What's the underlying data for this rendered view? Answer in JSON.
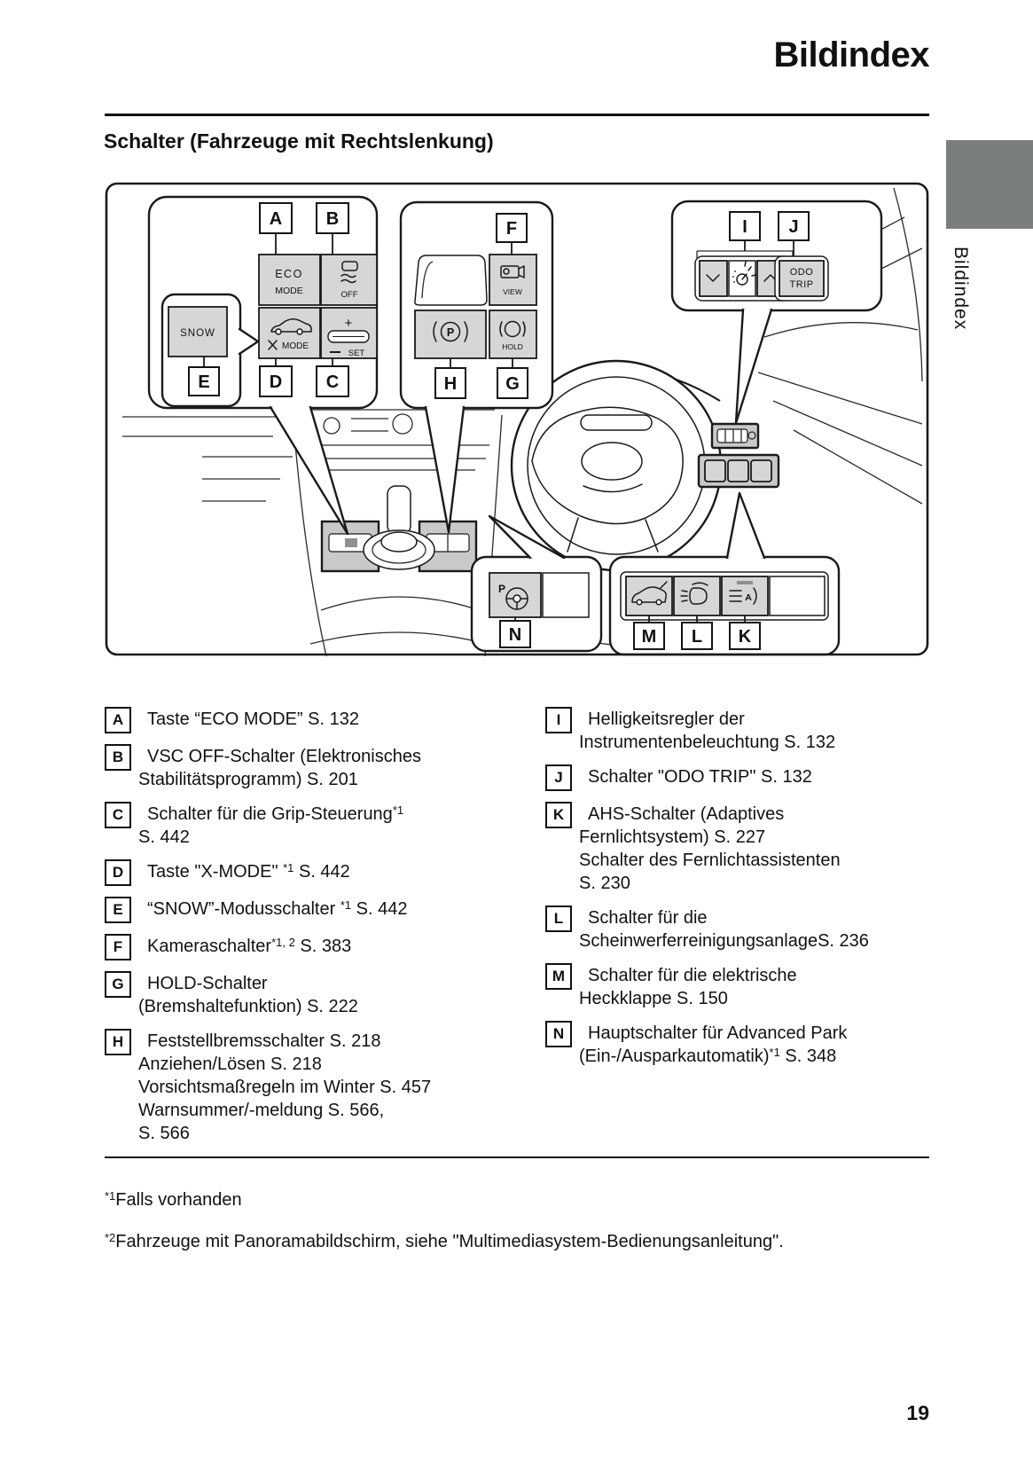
{
  "page": {
    "title": "Bildindex",
    "heading": "Schalter (Fahrzeuge mit Rechtslenkung)",
    "side_tab_label": "Bildindex",
    "page_number": "19"
  },
  "colors": {
    "tab_gray": "#7b7f7b",
    "switch_fill": "#d6d6d6",
    "panel_fill": "#c9c9c9",
    "ink": "#1a1a1a"
  },
  "diagram": {
    "callout_letters": [
      "A",
      "B",
      "C",
      "D",
      "E",
      "F",
      "G",
      "H",
      "I",
      "J",
      "K",
      "L",
      "M",
      "N"
    ],
    "switch_labels": {
      "eco_1": "ECO",
      "eco_2": "MODE",
      "vsc_off": "OFF",
      "x_mode": "MODE",
      "set_plus": "+",
      "set": "SET",
      "snow": "SNOW",
      "view": "VIEW",
      "park_p": "P",
      "hold": "HOLD",
      "odo_1": "ODO",
      "odo_2": "TRIP",
      "beam_a": "A",
      "park_main_p": "P"
    }
  },
  "legend": {
    "left": [
      {
        "letter": "A",
        "lines": [
          [
            {
              "t": "Taste “ECO MODE” S. 132"
            }
          ]
        ]
      },
      {
        "letter": "B",
        "lines": [
          [
            {
              "t": "VSC OFF-Schalter (Elektronisches"
            }
          ],
          [
            {
              "t": "Stabilitätsprogramm) S. 201"
            }
          ]
        ]
      },
      {
        "letter": "C",
        "lines": [
          [
            {
              "t": "Schalter für die Grip-Steuerung"
            },
            {
              "s": "*1"
            }
          ],
          [
            {
              "t": "S. 442"
            }
          ]
        ]
      },
      {
        "letter": "D",
        "lines": [
          [
            {
              "t": "Taste \"X-MODE\" "
            },
            {
              "s": "*1"
            },
            {
              "t": " S. 442"
            }
          ]
        ]
      },
      {
        "letter": "E",
        "lines": [
          [
            {
              "t": "“SNOW”-Modusschalter "
            },
            {
              "s": "*1"
            },
            {
              "t": " S. 442"
            }
          ]
        ]
      },
      {
        "letter": "F",
        "lines": [
          [
            {
              "t": "Kameraschalter"
            },
            {
              "s": "*1, 2"
            },
            {
              "t": " S. 383"
            }
          ]
        ]
      },
      {
        "letter": "G",
        "lines": [
          [
            {
              "t": "HOLD-Schalter"
            }
          ],
          [
            {
              "t": "(Bremshaltefunktion) S. 222"
            }
          ]
        ]
      },
      {
        "letter": "H",
        "lines": [
          [
            {
              "t": "Feststellbremsschalter S. 218"
            }
          ],
          [
            {
              "t": "Anziehen/Lösen S. 218"
            }
          ],
          [
            {
              "t": "Vorsichtsmaßregeln im Winter S. 457"
            }
          ],
          [
            {
              "t": "Warnsummer/-meldung S. 566,"
            }
          ],
          [
            {
              "t": "S. 566"
            }
          ]
        ]
      }
    ],
    "right": [
      {
        "letter": "I",
        "lines": [
          [
            {
              "t": "Helligkeitsregler der"
            }
          ],
          [
            {
              "t": "Instrumentenbeleuchtung S. 132"
            }
          ]
        ]
      },
      {
        "letter": "J",
        "lines": [
          [
            {
              "t": "Schalter \"ODO TRIP\" S. 132"
            }
          ]
        ]
      },
      {
        "letter": "K",
        "lines": [
          [
            {
              "t": "AHS-Schalter (Adaptives"
            }
          ],
          [
            {
              "t": "Fernlichtsystem) S. 227"
            }
          ],
          [
            {
              "t": "Schalter des Fernlichtassistenten"
            }
          ],
          [
            {
              "t": "S. 230"
            }
          ]
        ]
      },
      {
        "letter": "L",
        "lines": [
          [
            {
              "t": "Schalter für die"
            }
          ],
          [
            {
              "t": "ScheinwerferreinigungsanlageS. 236"
            }
          ]
        ]
      },
      {
        "letter": "M",
        "lines": [
          [
            {
              "t": "Schalter für die elektrische"
            }
          ],
          [
            {
              "t": "Heckklappe S. 150"
            }
          ]
        ]
      },
      {
        "letter": "N",
        "lines": [
          [
            {
              "t": "Hauptschalter für Advanced Park"
            }
          ],
          [
            {
              "t": "(Ein-/Ausparkautomatik)"
            },
            {
              "s": "*1"
            },
            {
              "t": " S. 348"
            }
          ]
        ]
      }
    ]
  },
  "footnotes": [
    {
      "sup": "*1",
      "text": "Falls vorhanden"
    },
    {
      "sup": "*2",
      "text": "Fahrzeuge mit Panoramabildschirm, siehe \"Multimediasystem-Bedienungsanleitung\"."
    }
  ]
}
